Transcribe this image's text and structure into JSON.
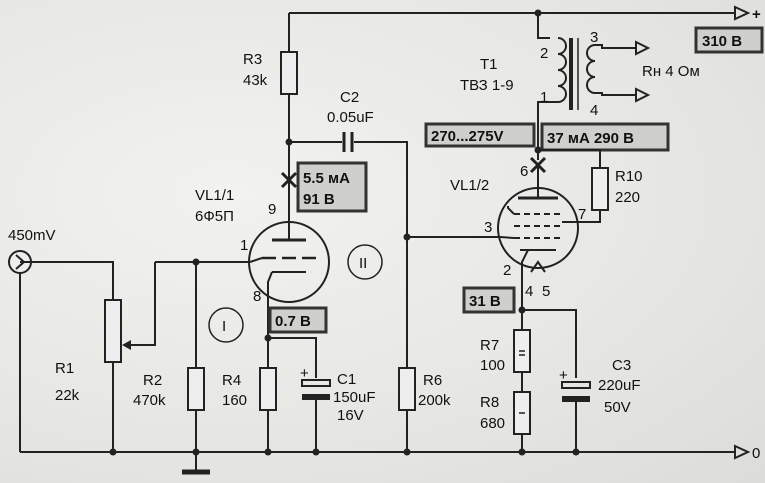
{
  "supply": {
    "plus_label": "+",
    "voltage": "310 В",
    "ground_label": "0"
  },
  "input": {
    "signal": "450mV"
  },
  "resistors": {
    "r1": {
      "ref": "R1",
      "value": "22k"
    },
    "r2": {
      "ref": "R2",
      "value": "470k"
    },
    "r3": {
      "ref": "R3",
      "value": "43k"
    },
    "r4": {
      "ref": "R4",
      "value": "160"
    },
    "r6": {
      "ref": "R6",
      "value": "200k"
    },
    "r7": {
      "ref": "R7",
      "value": "100"
    },
    "r8": {
      "ref": "R8",
      "value": "680"
    },
    "r10": {
      "ref": "R10",
      "value": "220"
    }
  },
  "capacitors": {
    "c1": {
      "ref": "C1",
      "value": "150uF",
      "voltage": "16V"
    },
    "c2": {
      "ref": "C2",
      "value": "0.05uF"
    },
    "c3": {
      "ref": "C3",
      "value": "220uF",
      "voltage": "50V"
    }
  },
  "tubes": {
    "vl1": {
      "ref": "VL1/1",
      "type": "6Ф5П",
      "pin_anode": "9",
      "pin_grid": "1",
      "pin_cathode": "8"
    },
    "vl2": {
      "ref": "VL1/2",
      "pin_anode": "6",
      "pin_grid": "3",
      "pin_screen": "7",
      "pin_cathode": "2",
      "pin_heater_a": "4",
      "pin_heater_b": "5"
    }
  },
  "transformer": {
    "ref": "T1",
    "type": "ТВЗ 1-9",
    "pin1": "1",
    "pin2": "2",
    "pin3": "3",
    "pin4": "4",
    "load": "Rн 4 Ом",
    "plus_label": "+"
  },
  "measurements": {
    "vl1_anode": {
      "current": "5.5 мА",
      "voltage": "91 В"
    },
    "vl1_cathode": "0.7 В",
    "vl2_grid2": "270...275V",
    "vl2_anode": "37 мА  290 В",
    "vl2_cathode": "31 В"
  },
  "stage_marks": {
    "first": "I",
    "second": "II"
  }
}
